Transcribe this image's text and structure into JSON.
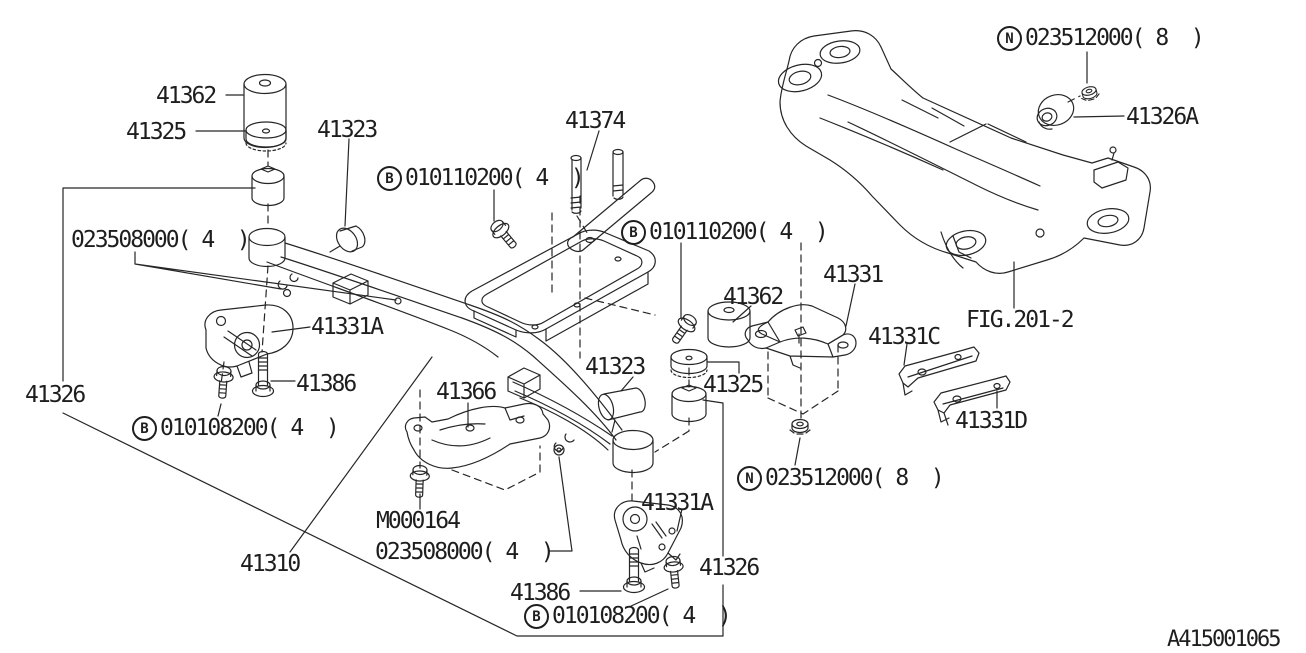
{
  "page": {
    "background": "#ffffff",
    "line_color": "#262626"
  },
  "diagram": {
    "doc_id": "A415001065",
    "figure_ref": "FIG.201-2",
    "part_labels": {
      "p41362_top": "41362",
      "p41325_top": "41325",
      "p41323_top": "41323",
      "p41374": "41374",
      "p41326a": "41326A",
      "p41331a_left": "41331A",
      "p41386_left": "41386",
      "p41326_left": "41326",
      "p41366": "41366",
      "p41310": "41310",
      "p41323_mid": "41323",
      "p41362_mid": "41362",
      "p41325_mid": "41325",
      "p41331": "41331",
      "p41331c": "41331C",
      "p41331d": "41331D",
      "p41331a_bottom": "41331A",
      "p41386_bottom": "41386",
      "p41326_right": "41326"
    },
    "fastener_callouts": {
      "b_top": {
        "prefix": "B",
        "number": "010110200( 4  )"
      },
      "b_mid": {
        "prefix": "B",
        "number": "010110200( 4  )"
      },
      "n_top": {
        "prefix": "N",
        "number": "023512000( 8  )"
      },
      "n_mid": {
        "prefix": "N",
        "number": "023512000( 8  )"
      },
      "b_left": {
        "prefix": "B",
        "number": "010108200( 4  )"
      },
      "b_bottom": {
        "prefix": "B",
        "number": "010108200( 4  )"
      },
      "plain_top": "023508000( 4  )",
      "plain_bottom": "023508000( 4  )",
      "m000164": "M000164"
    }
  }
}
